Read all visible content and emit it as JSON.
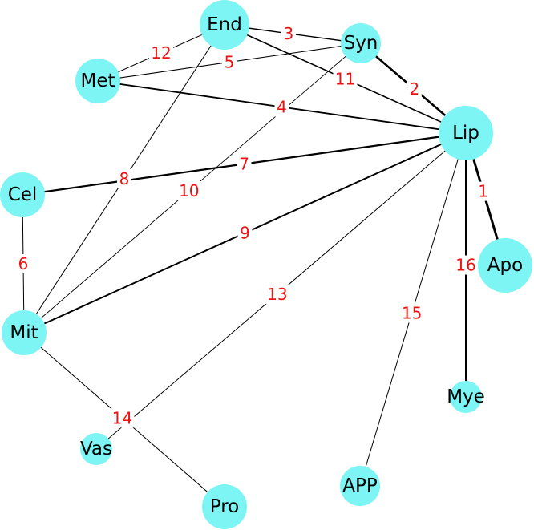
{
  "colors": {
    "node_fill": "#7df5f5",
    "edge_stroke": "#000000",
    "edge_label": "#ee1111",
    "background": "#ffffff"
  },
  "nodes": [
    {
      "id": "End",
      "label": "End"
    },
    {
      "id": "Syn",
      "label": "Syn"
    },
    {
      "id": "Met",
      "label": "Met"
    },
    {
      "id": "Lip",
      "label": "Lip"
    },
    {
      "id": "Cel",
      "label": "Cel"
    },
    {
      "id": "Apo",
      "label": "Apo"
    },
    {
      "id": "Mit",
      "label": "Mit"
    },
    {
      "id": "Mye",
      "label": "Mye"
    },
    {
      "id": "Vas",
      "label": "Vas"
    },
    {
      "id": "APP",
      "label": "APP"
    },
    {
      "id": "Pro",
      "label": "Pro"
    }
  ],
  "edges": [
    {
      "label": "1",
      "source": "Lip",
      "target": "Apo"
    },
    {
      "label": "2",
      "source": "Syn",
      "target": "Lip"
    },
    {
      "label": "3",
      "source": "End",
      "target": "Syn"
    },
    {
      "label": "4",
      "source": "Met",
      "target": "Lip"
    },
    {
      "label": "5",
      "source": "Met",
      "target": "Syn"
    },
    {
      "label": "6",
      "source": "Cel",
      "target": "Mit"
    },
    {
      "label": "7",
      "source": "Cel",
      "target": "Lip"
    },
    {
      "label": "8",
      "source": "End",
      "target": "Mit"
    },
    {
      "label": "9",
      "source": "Mit",
      "target": "Lip"
    },
    {
      "label": "10",
      "source": "Syn",
      "target": "Mit"
    },
    {
      "label": "11",
      "source": "End",
      "target": "Lip"
    },
    {
      "label": "12",
      "source": "End",
      "target": "Met"
    },
    {
      "label": "13",
      "source": "Lip",
      "target": "Vas"
    },
    {
      "label": "14",
      "source": "Mit",
      "target": "Pro"
    },
    {
      "label": "15",
      "source": "Lip",
      "target": "APP"
    },
    {
      "label": "16",
      "source": "Lip",
      "target": "Mye"
    }
  ]
}
